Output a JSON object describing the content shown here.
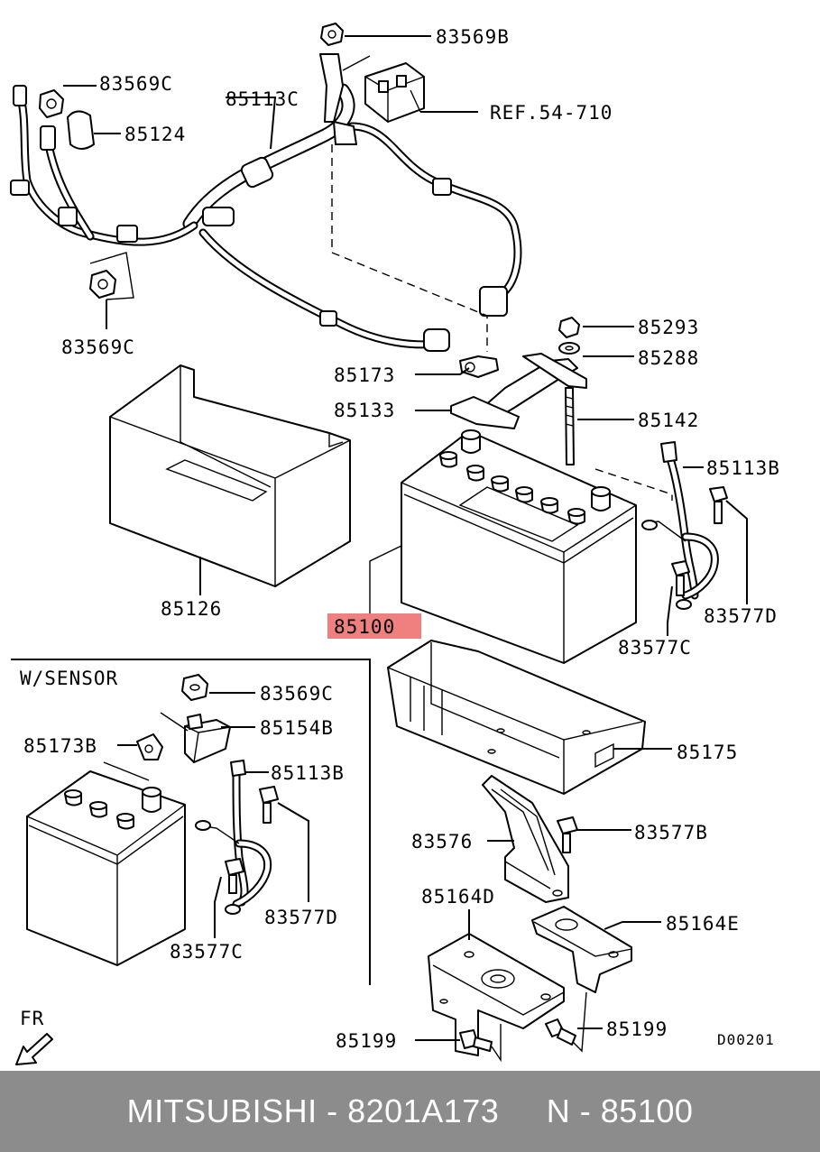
{
  "labels": {
    "l83569B": "83569B",
    "l83569C_top": "83569C",
    "l85113C": "85113C",
    "l85124": "85124",
    "lREF": "REF.54-710",
    "l83569C_left": "83569C",
    "l85293": "85293",
    "l85288": "85288",
    "l85173": "85173",
    "l85133": "85133",
    "l85142": "85142",
    "l85113B": "85113B",
    "l85126": "85126",
    "l85100": "85100",
    "l83577D": "83577D",
    "l83577C": "83577C",
    "l85175": "85175",
    "l83576": "83576",
    "l83577B": "83577B",
    "l85164D": "85164D",
    "l85164E": "85164E",
    "l85199_left": "85199",
    "l85199_right": "85199",
    "ref_code": "D00201",
    "fr": "FR"
  },
  "inset": {
    "title": "W/SENSOR",
    "l83569C": "83569C",
    "l85154B": "85154B",
    "l85173B": "85173B",
    "l85113B": "85113B",
    "l83577D": "83577D",
    "l83577C": "83577C"
  },
  "colors": {
    "highlight": "#f08080",
    "footer_bg": "#8c8c8c",
    "footer_text": "#ffffff"
  },
  "footer": {
    "text": "MITSUBISHI - 8201A173     N - 85100"
  }
}
